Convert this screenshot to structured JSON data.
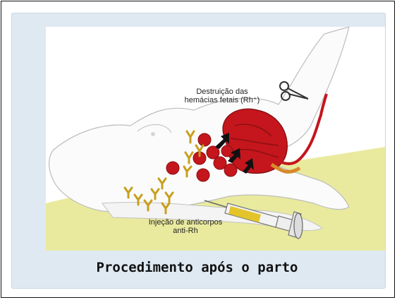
{
  "figure": {
    "label_destruction": "Destruição das hemácias fetais (Rh⁺)",
    "label_destruction_line1": "Destruição das",
    "label_destruction_line2": "hemácias fetais (Rh⁺)",
    "label_injection_line1": "Injeção de anticorpos",
    "label_injection_line2": "anti-Rh",
    "caption": "Procedimento após o parto"
  },
  "colors": {
    "panel_background": "#dfe9f2",
    "ground": "#e9ea9e",
    "red_cells": "#c4161c",
    "antibodies": "#d8b32a",
    "syringe_fluid": "#e3c42b"
  },
  "icons": [
    "scissors-icon",
    "syringe-icon",
    "antibody-icon",
    "red-blood-cell-icon",
    "arrow-icon"
  ]
}
